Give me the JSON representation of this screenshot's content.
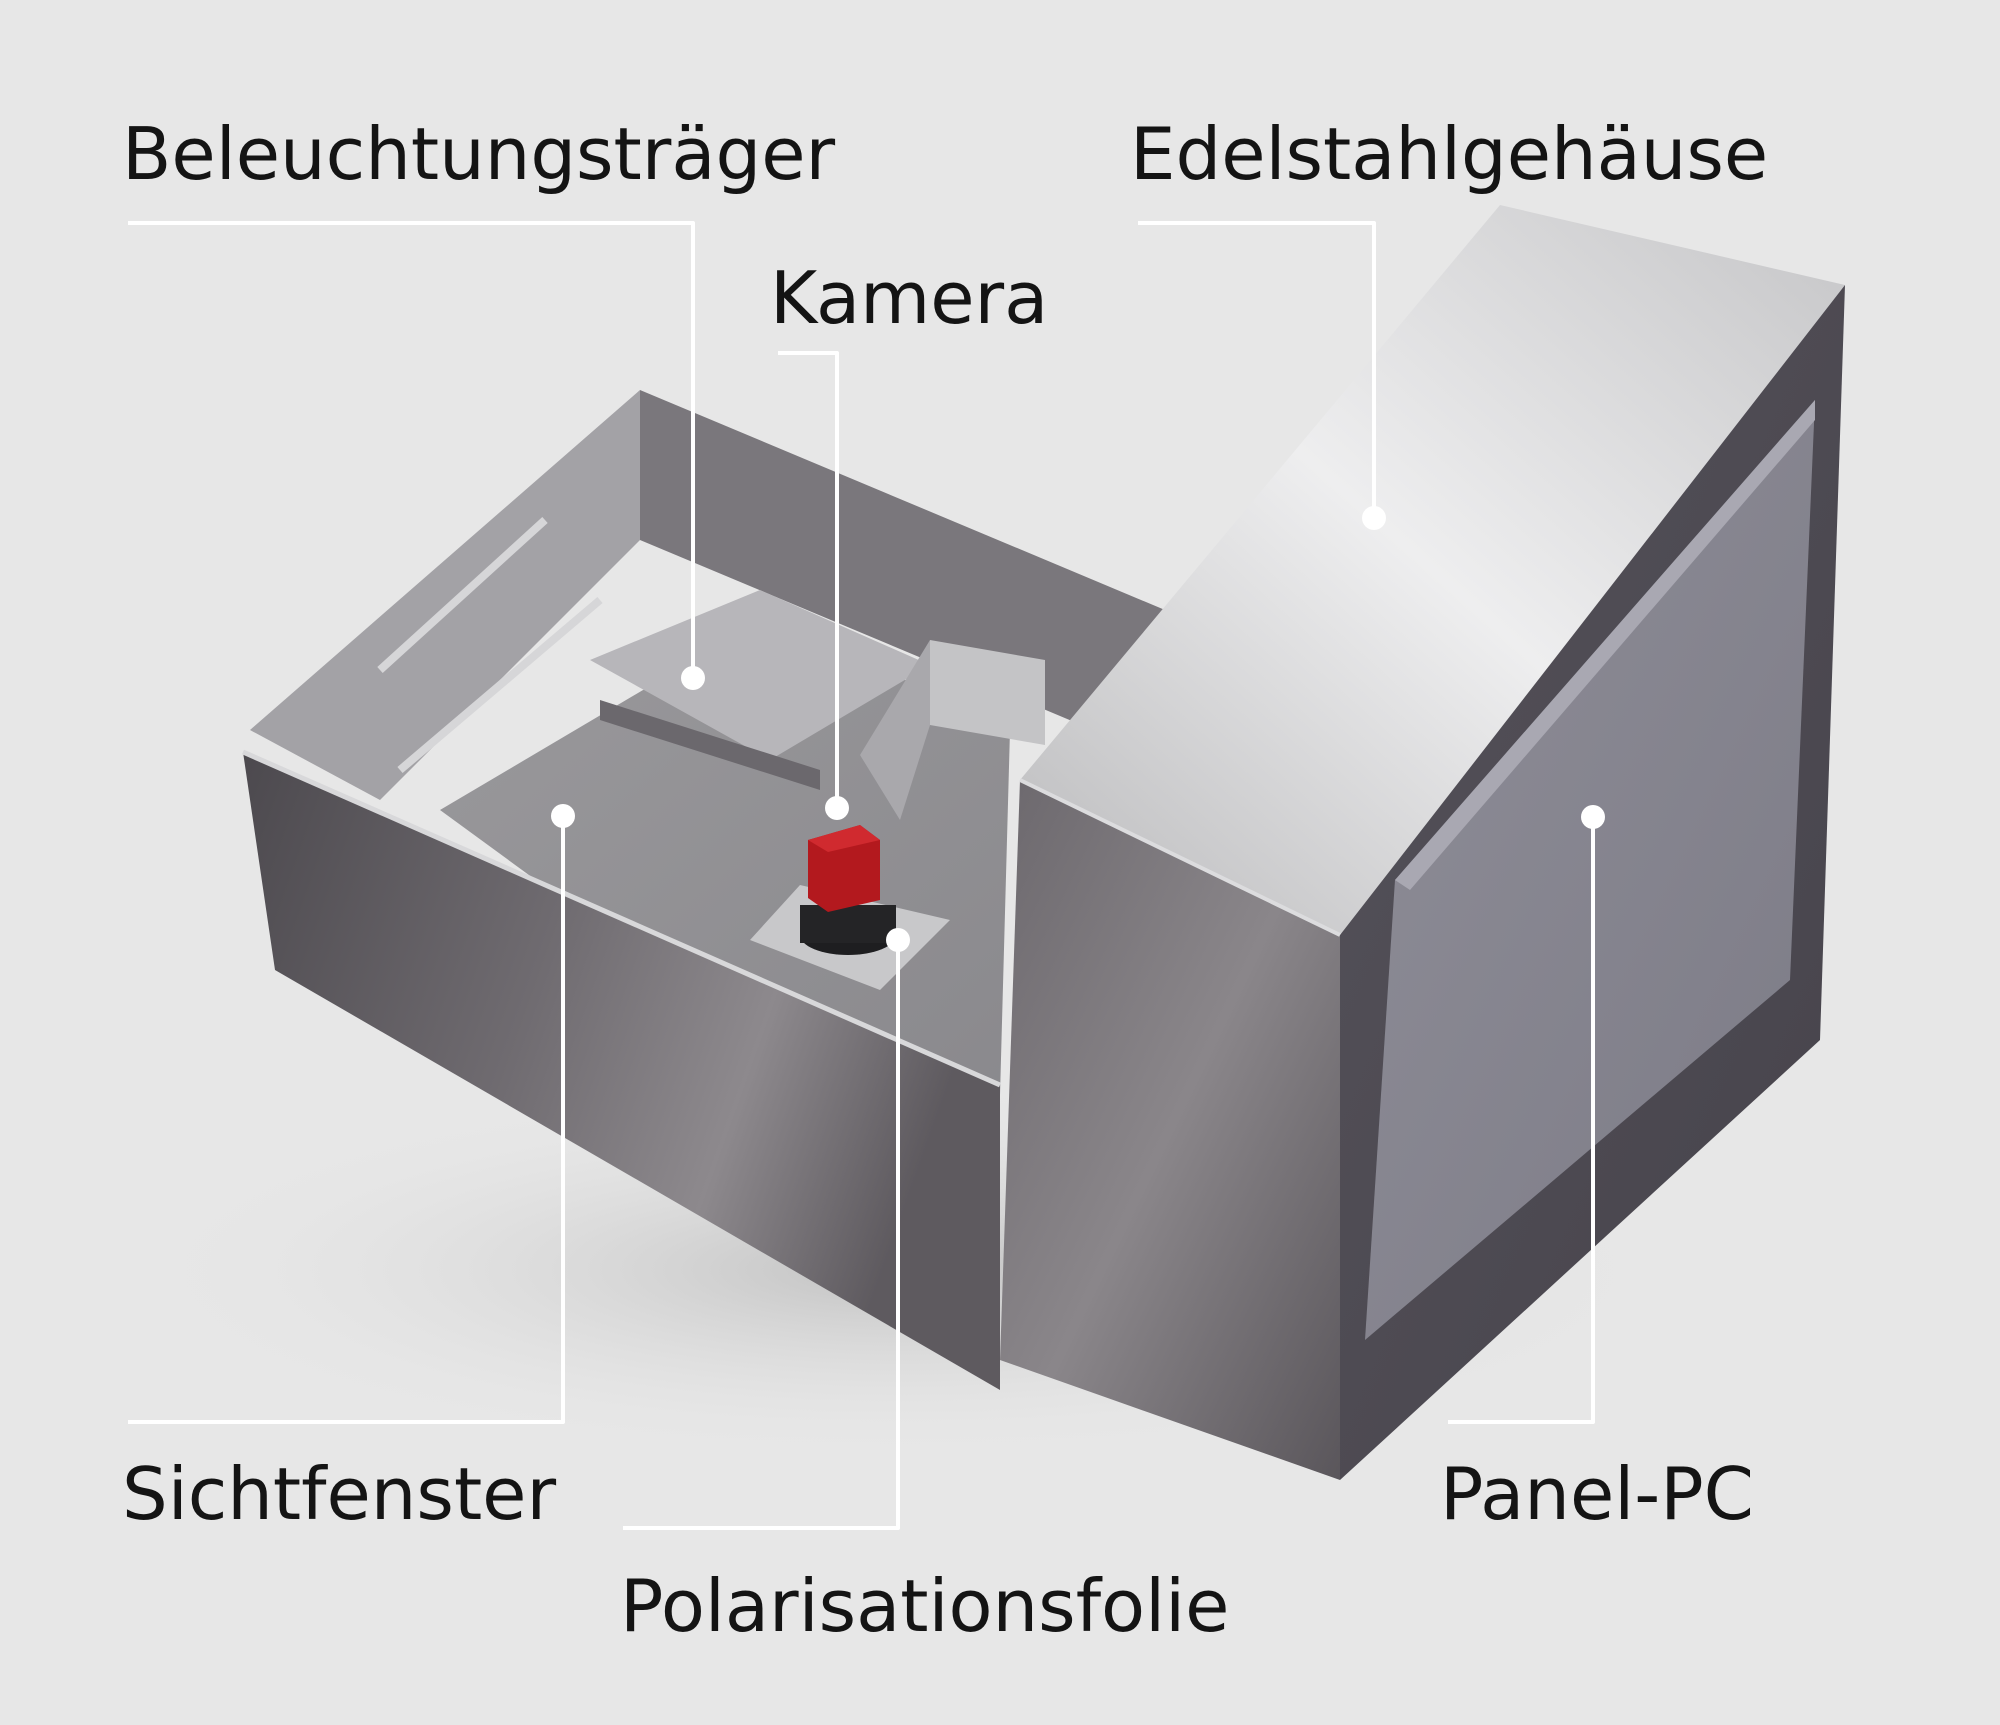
{
  "labels": {
    "beleuchtungstraeger": "Beleuchtungsträger",
    "kamera": "Kamera",
    "edelstahlgehaeuse": "Edelstahlgehäuse",
    "sichtfenster": "Sichtfenster",
    "polarisationsfolie": "Polarisationsfolie",
    "panel_pc": "Panel-PC"
  },
  "colors": {
    "background": "#e7e7e7",
    "text": "#141414",
    "leader_line": "#ffffff",
    "camera_red": "#b3191e",
    "steel_dark": "#58555a",
    "steel_light": "#c9c9cb"
  }
}
